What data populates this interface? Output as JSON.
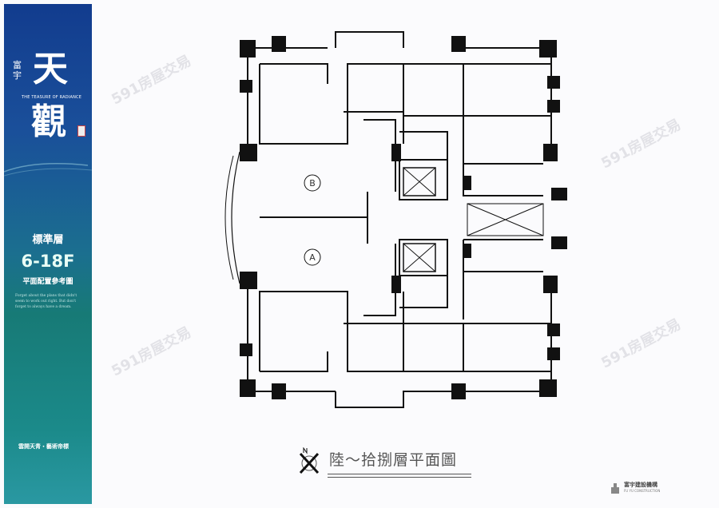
{
  "sidebar": {
    "brand_small": "富宇",
    "brand_char1": "天",
    "brand_tagline": "THE TEASURE OF RADIANCE",
    "brand_char2": "觀",
    "floor_type": "標準層",
    "floor_range": "6-18F",
    "plan_label": "平面配置參考圖",
    "quote": "Forget about the plans that didn't seem to work out right. But don't forget to always have a dream.",
    "slogan": "雲開天青・藝術帝標"
  },
  "plan": {
    "unit_a": "A",
    "unit_b": "B",
    "title": "陸～拾捌層平面圖"
  },
  "developer": {
    "name_zh": "富宇建設機構",
    "name_en": "FU YU CONSTRUCTION"
  },
  "watermark": "591房屋交易",
  "colors": {
    "sidebar_top": "#123c8e",
    "sidebar_bottom": "#2a98a2",
    "wall": "#111111"
  }
}
